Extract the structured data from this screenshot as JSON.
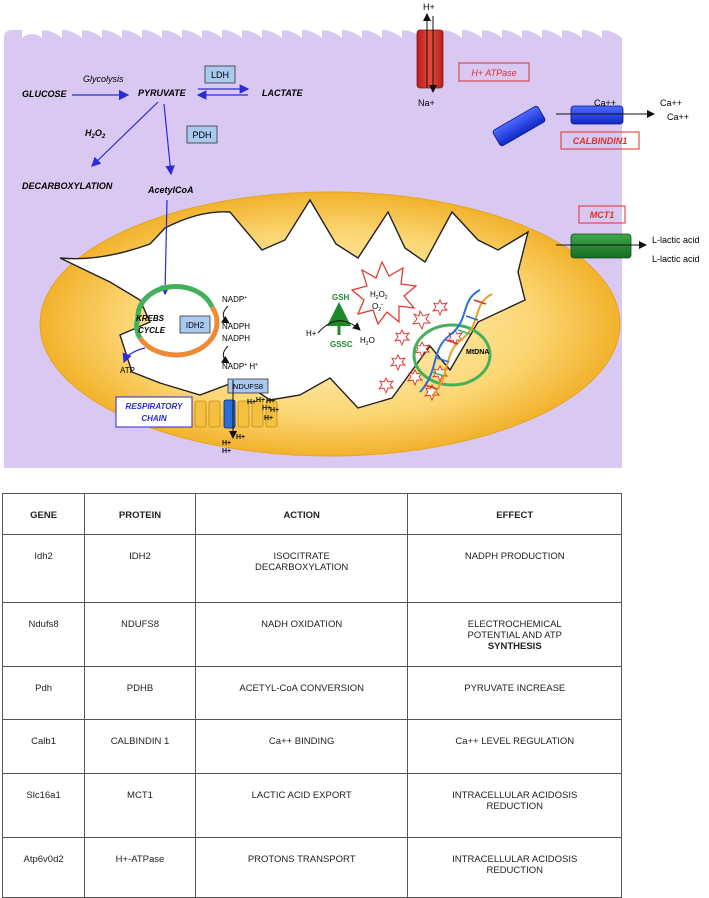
{
  "diagram": {
    "glucose": "GLUCOSE",
    "glycolysis": "Glycolysis",
    "pyruvate": "PYRUVATE",
    "ldh": "LDH",
    "lactate": "LACTATE",
    "h2o2_top": "H",
    "pdh": "PDH",
    "decarboxylation": "DECARBOXYLATION",
    "acetylcoa": "AcetylCoA",
    "h_plus_top": "H+",
    "na_plus": "Na+",
    "h_atpase": "H+ ATPase",
    "ca_in": "Ca++",
    "ca_out1": "Ca++",
    "ca_out2": "Ca++",
    "calbindin": "CALBINDIN1",
    "mct1": "MCT1",
    "lactic1": "L-lactic acid",
    "lactic2": "L-lactic acid",
    "krebs1": "KREBS",
    "krebs2": "CYCLE",
    "idh2": "IDH2",
    "atp": "ATP",
    "nadp_plus1": "NADP",
    "nadph1": "NADPH",
    "nadph2": "NADPH",
    "nadp_plus2": "NADP",
    "h_plus_nadp": "H",
    "gsh": "GSH",
    "gssc": "GSSC",
    "h_plus_gsh": "H+",
    "h2o": "H",
    "o2_label": "O",
    "mtdna": "MtDNA",
    "ndufs8": "NDUFS8",
    "resp1": "RESPIRATORY",
    "resp2": "CHAIN",
    "hp": "H+",
    "colors": {
      "cell": "#d9c8f2",
      "mito_outer": "#f5bd3a",
      "label_box": "#a9c9ef",
      "arrow_blue": "#2a2ad6",
      "red": "#e0302a",
      "green": "#1f8a2a"
    }
  },
  "table": {
    "headers": [
      "GENE",
      "PROTEIN",
      "ACTION",
      "EFFECT"
    ],
    "rows": [
      {
        "gene": "Idh2",
        "protein": "IDH2",
        "action": [
          "ISOCITRATE",
          "DECARBOXYLATION"
        ],
        "effect": [
          "NADPH PRODUCTION"
        ]
      },
      {
        "gene": "Ndufs8",
        "protein": "NDUFS8",
        "action": [
          "NADH OXIDATION"
        ],
        "effect": [
          "ELECTROCHEMICAL",
          "POTENTIAL AND ATP",
          "SYNTHESIS"
        ]
      },
      {
        "gene": "Pdh",
        "protein": "PDHB",
        "action": [
          "ACETYL-CoA CONVERSION"
        ],
        "effect": [
          "PYRUVATE INCREASE"
        ]
      },
      {
        "gene": "Calb1",
        "protein": "CALBINDIN 1",
        "action": [
          "Ca++ BINDING"
        ],
        "effect": [
          "Ca++ LEVEL REGULATION"
        ]
      },
      {
        "gene": "Slc16a1",
        "protein": "MCT1",
        "action": [
          "LACTIC ACID EXPORT"
        ],
        "effect": [
          "INTRACELLULAR ACIDOSIS",
          "REDUCTION"
        ]
      },
      {
        "gene": "Atp6v0d2",
        "protein": "H+-ATPase",
        "action": [
          "PROTONS TRANSPORT"
        ],
        "effect": [
          "INTRACELLULAR ACIDOSIS",
          "REDUCTION"
        ]
      }
    ]
  }
}
